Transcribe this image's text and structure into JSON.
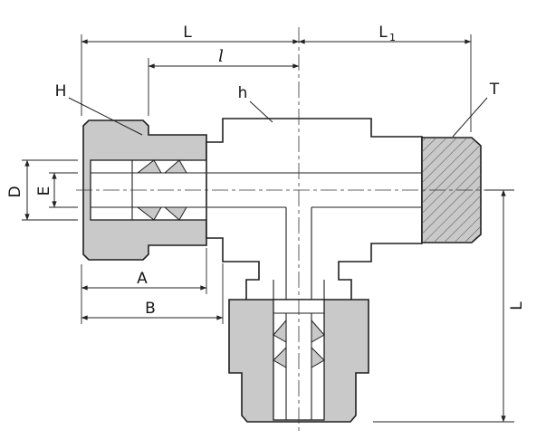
{
  "drawing": {
    "type": "technical-drawing",
    "component": "male run tee compression tube fitting, sectional dimensional drawing",
    "labels": {
      "overall_length": "L",
      "right_length_main": "L",
      "right_length_sub": "1",
      "center_length": "l",
      "nut_size": "H",
      "body_hex": "h",
      "thread_size": "T",
      "tube_od": "D",
      "tube_id": "E",
      "dim_a": "A",
      "dim_b": "B",
      "branch_length": "L"
    },
    "colors": {
      "metal": "#c9c9c9",
      "line": "#1f1f1f",
      "background": "#ffffff"
    }
  }
}
